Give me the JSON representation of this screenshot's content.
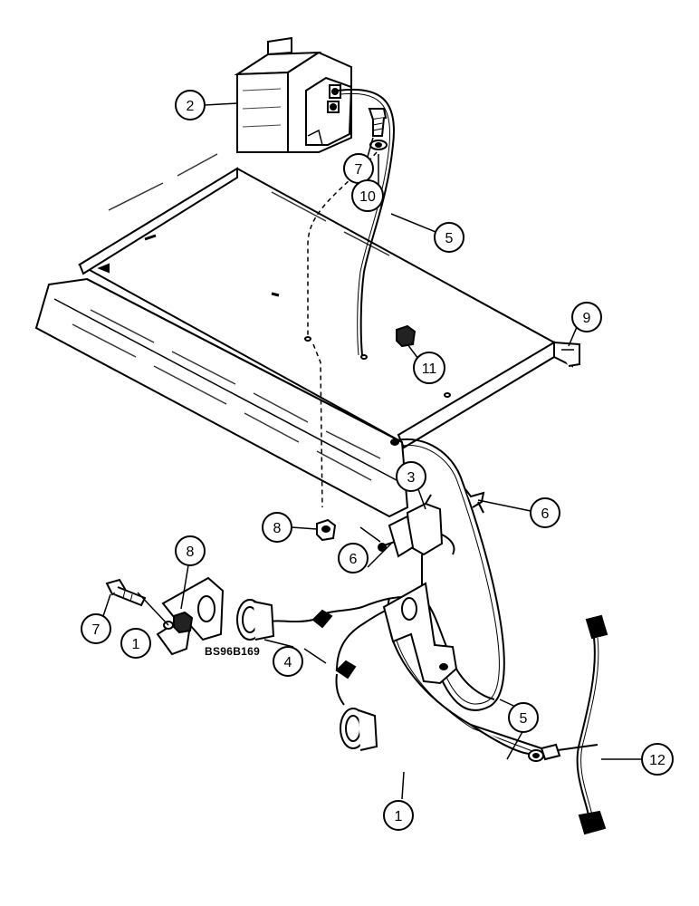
{
  "figure_id": "BS96B169",
  "callouts": [
    {
      "id": "c2a",
      "label": "2"
    },
    {
      "id": "c7a",
      "label": "7"
    },
    {
      "id": "c10",
      "label": "10"
    },
    {
      "id": "c5a",
      "label": "5"
    },
    {
      "id": "c9",
      "label": "9"
    },
    {
      "id": "c11",
      "label": "11"
    },
    {
      "id": "c3",
      "label": "3"
    },
    {
      "id": "c6a",
      "label": "6"
    },
    {
      "id": "c8a",
      "label": "8"
    },
    {
      "id": "c8b",
      "label": "8"
    },
    {
      "id": "c6b",
      "label": "6"
    },
    {
      "id": "c7b",
      "label": "7"
    },
    {
      "id": "c1a",
      "label": "1"
    },
    {
      "id": "c4",
      "label": "4"
    },
    {
      "id": "c5b",
      "label": "5"
    },
    {
      "id": "c12",
      "label": "12"
    },
    {
      "id": "c1b",
      "label": "1"
    }
  ]
}
